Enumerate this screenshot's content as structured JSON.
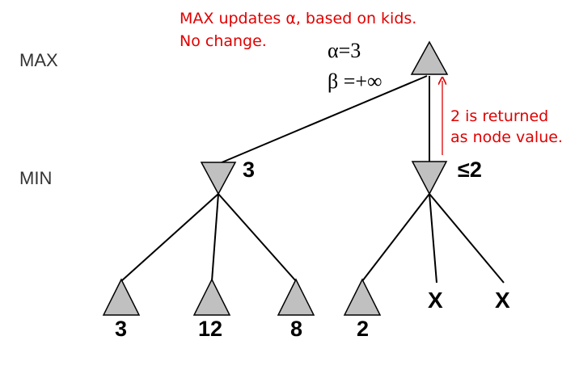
{
  "levels": {
    "max": "MAX",
    "min": "MIN"
  },
  "annotations": {
    "max_update_line1": "MAX updates α, based on kids.",
    "max_update_line2": "No change.",
    "alpha": "α=3",
    "beta": "β =+∞",
    "returned_line1": "2 is returned",
    "returned_line2": "as node value."
  },
  "nodes": {
    "root": {
      "kind": "max"
    },
    "min_left": {
      "kind": "min",
      "value": "3"
    },
    "min_right": {
      "kind": "min",
      "value": "≤2"
    },
    "leaves": [
      {
        "kind": "leaf",
        "value": "3"
      },
      {
        "kind": "leaf",
        "value": "12"
      },
      {
        "kind": "leaf",
        "value": "8"
      },
      {
        "kind": "leaf",
        "value": "2"
      }
    ],
    "pruned": [
      {
        "value": "X"
      },
      {
        "value": "X"
      }
    ]
  },
  "colors": {
    "node_fill": "#c0c0c0",
    "annotation": "#e00000",
    "edge": "#000000"
  }
}
